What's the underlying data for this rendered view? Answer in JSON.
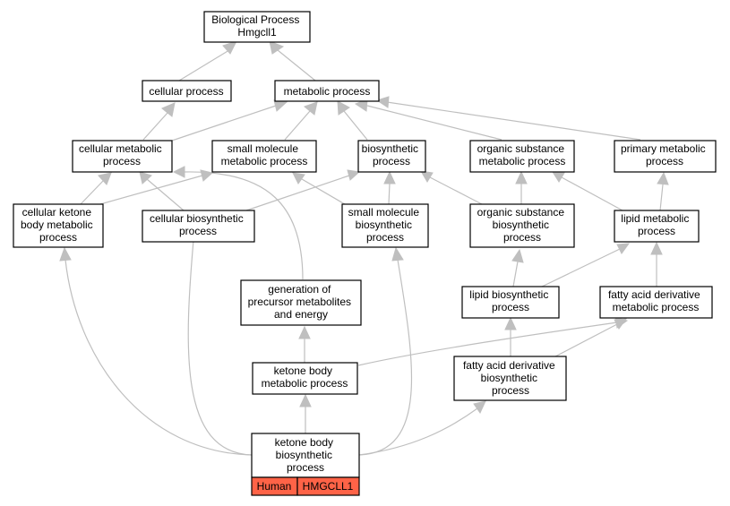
{
  "nodes": {
    "root": [
      "Biological Process",
      "Hmgcll1"
    ],
    "cellular_process": [
      "cellular process"
    ],
    "metabolic_process": [
      "metabolic process"
    ],
    "cellular_metabolic": [
      "cellular metabolic",
      "process"
    ],
    "small_molecule_metabolic": [
      "small molecule",
      "metabolic process"
    ],
    "biosynthetic": [
      "biosynthetic",
      "process"
    ],
    "organic_substance_metabolic": [
      "organic substance",
      "metabolic process"
    ],
    "primary_metabolic": [
      "primary metabolic",
      "process"
    ],
    "cellular_ketone": [
      "cellular ketone",
      "body metabolic",
      "process"
    ],
    "cellular_biosynthetic": [
      "cellular biosynthetic",
      "process"
    ],
    "small_molecule_biosynthetic": [
      "small molecule",
      "biosynthetic",
      "process"
    ],
    "organic_substance_biosynthetic": [
      "organic substance",
      "biosynthetic",
      "process"
    ],
    "lipid_metabolic": [
      "lipid metabolic",
      "process"
    ],
    "generation_precursor": [
      "generation of",
      "precursor metabolites",
      "and energy"
    ],
    "lipid_biosynthetic": [
      "lipid biosynthetic",
      "process"
    ],
    "fatty_acid_derivative_metabolic": [
      "fatty acid derivative",
      "metabolic process"
    ],
    "ketone_body_metabolic": [
      "ketone body",
      "metabolic process"
    ],
    "fatty_acid_derivative_biosynthetic": [
      "fatty acid derivative",
      "biosynthetic",
      "process"
    ],
    "ketone_body_biosynthetic": [
      "ketone body",
      "biosynthetic",
      "process"
    ]
  },
  "species_row": {
    "species": "Human",
    "gene": "HMGCLL1",
    "color": "#ff6347"
  },
  "colors": {
    "edge": "#bfbfbf",
    "border": "#000000",
    "background": "#ffffff"
  }
}
